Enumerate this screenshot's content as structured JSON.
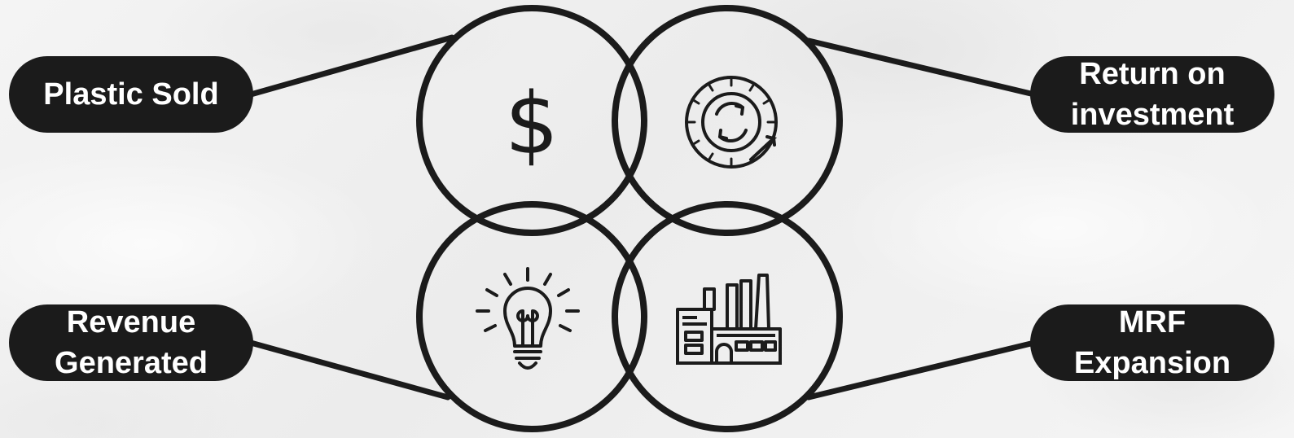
{
  "labels": {
    "plastic_sold": "Plastic Sold",
    "return_on_investment": "Return on\ninvestment",
    "revenue_generated": "Revenue\nGenerated",
    "mrf_expansion": "MRF\nExpansion"
  },
  "quadrants": {
    "top_left": {
      "icon": "dollar-icon",
      "symbol": "$"
    },
    "top_right": {
      "icon": "circular-recycle-coin-icon"
    },
    "bottom_left": {
      "icon": "lightbulb-idea-icon"
    },
    "bottom_right": {
      "icon": "factory-icon"
    }
  },
  "colors": {
    "ink": "#1b1b1b",
    "pill_text": "#ffffff",
    "background": "#f1f1f1"
  }
}
